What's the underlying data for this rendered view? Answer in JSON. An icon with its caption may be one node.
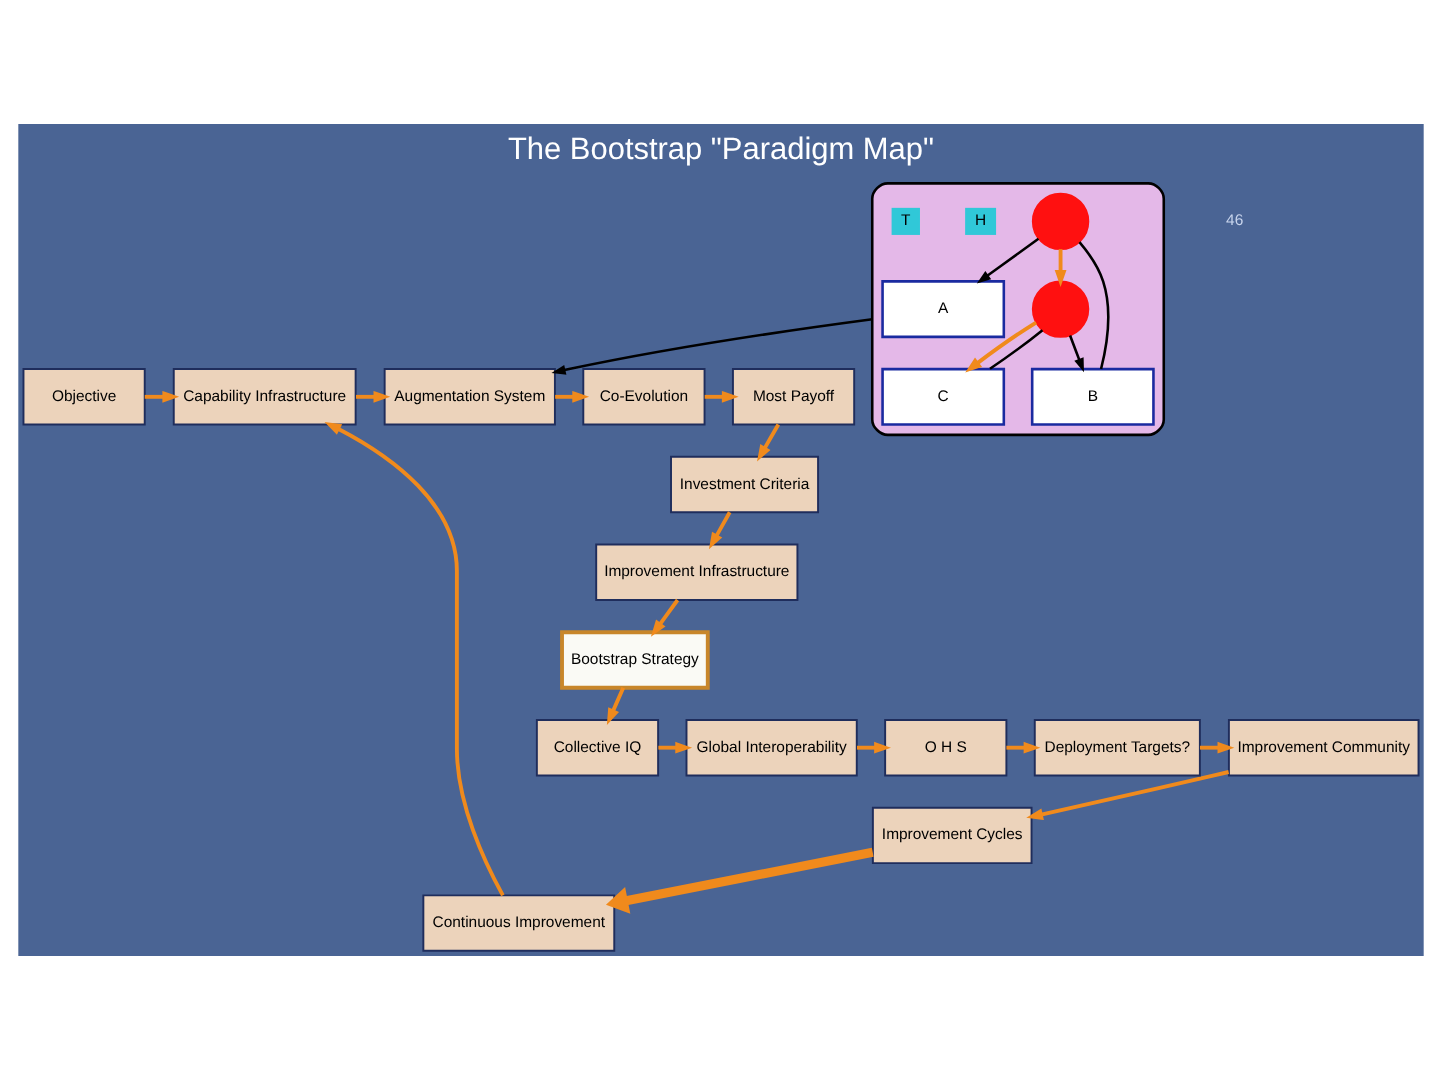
{
  "diagram": {
    "title": "The Bootstrap \"Paradigm Map\"",
    "nodes": [
      {
        "text": [
          "Objective"
        ]
      },
      {
        "text": [
          "Capability Infrastructure"
        ]
      },
      {
        "text": [
          "Augmentation System"
        ]
      },
      {
        "text": [
          "Co-Evolution"
        ]
      },
      {
        "text": [
          "Most Payoff"
        ]
      },
      {
        "text": [
          "Continuous Improvement"
        ]
      },
      {
        "text": [],
        "shape": "box"
      },
      {
        "text": [
          "A"
        ],
        "in": 6
      },
      {
        "text": [],
        "shape": "circle",
        "in": 6
      },
      {
        "text": [
          "B"
        ],
        "in": 6
      },
      {
        "text": [],
        "shape": "circle",
        "in": 6
      },
      {
        "text": [
          "C"
        ],
        "in": 6
      },
      {
        "text": [
          "Investment Criteria"
        ]
      },
      {
        "text": [
          "Improvement Infrastructure"
        ]
      },
      {
        "text": [
          "Bootstrap Strategy"
        ]
      },
      {
        "text": [
          "Improvement Cycles"
        ]
      },
      {
        "text": [
          "Improvement Community"
        ]
      },
      {
        "text": [
          "Deployment Targets?"
        ]
      },
      {
        "text": [
          "O H S"
        ]
      },
      {
        "text": [
          "Global Interoperability"
        ]
      },
      {
        "text": [
          "Collective IQ"
        ]
      }
    ],
    "edges": [
      {
        "from": 0,
        "to": 1,
        "arrow": "to"
      },
      {
        "from": 1,
        "to": 2,
        "arrow": "to"
      },
      {
        "from": 2,
        "to": 3,
        "arrow": "to"
      },
      {
        "from": 3,
        "to": 4,
        "arrow": "to"
      },
      {
        "from": 4,
        "to": 12,
        "arrow": "to"
      },
      {
        "from": 12,
        "to": 13,
        "arrow": "to"
      },
      {
        "from": 13,
        "to": 14,
        "arrow": "to"
      },
      {
        "from": 14,
        "to": 20,
        "arrow": "to"
      },
      {
        "from": 20,
        "to": 19,
        "arrow": "to"
      },
      {
        "from": 19,
        "to": 18,
        "arrow": "to"
      },
      {
        "from": 18,
        "to": 17,
        "arrow": "to"
      },
      {
        "from": 17,
        "to": 16,
        "arrow": "to"
      },
      {
        "from": 16,
        "to": 15,
        "arrow": "to"
      },
      {
        "from": 15,
        "to": 5,
        "arrow": "to",
        "style": "thick"
      },
      {
        "from": 5,
        "to": 1,
        "arrow": "to"
      },
      {
        "from": 11,
        "to": 10,
        "arrow": "none",
        "color": "#000000"
      },
      {
        "from": 10,
        "to": 9,
        "arrow": "to",
        "color": "#000000"
      },
      {
        "from": 9,
        "to": 8,
        "arrow": "none",
        "color": "#000000"
      },
      {
        "from": 8,
        "to": 7,
        "arrow": "to",
        "color": "#000000"
      },
      {
        "from": 7,
        "to": 2,
        "arrow": "to",
        "color": "#000000"
      },
      {
        "from": 8,
        "to": 10,
        "arrow": "to"
      },
      {
        "from": 10,
        "to": 11,
        "arrow": "to"
      }
    ],
    "labels": [
      "46",
      "H",
      "T"
    ]
  }
}
